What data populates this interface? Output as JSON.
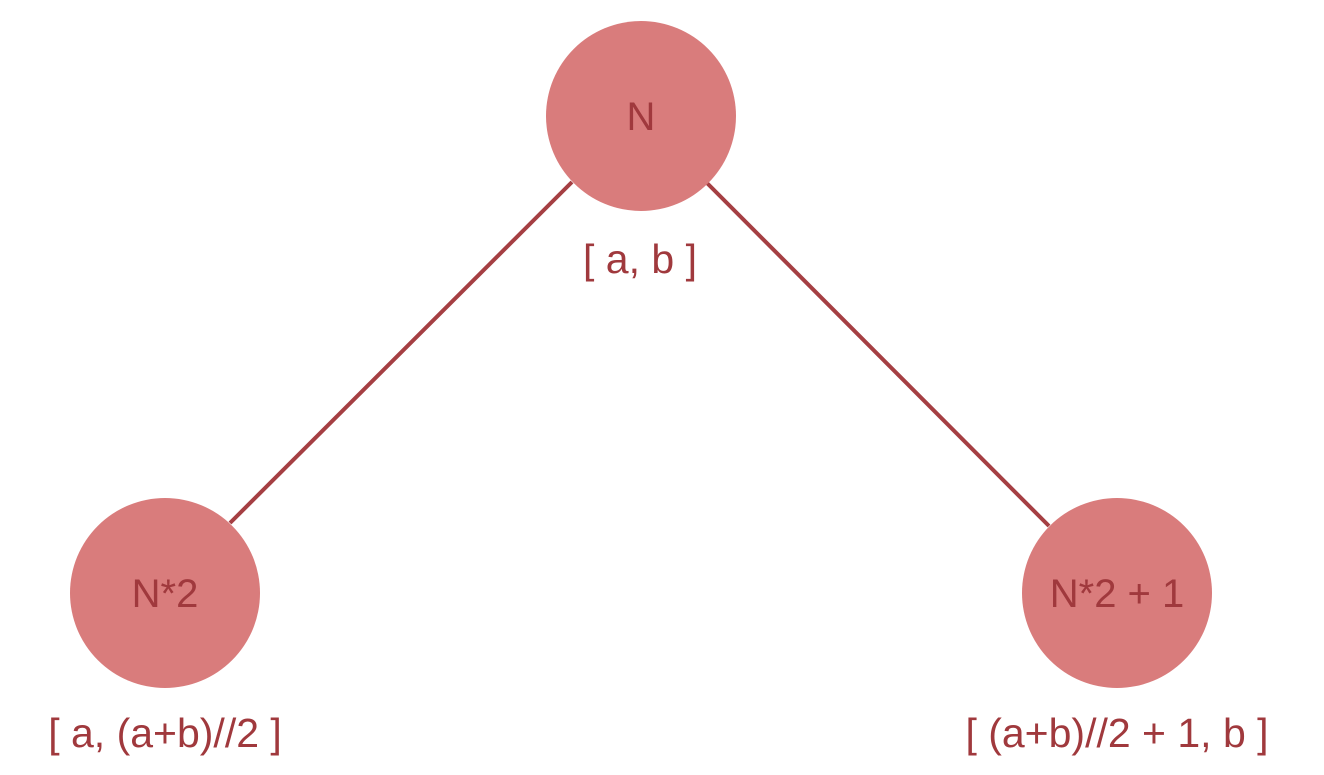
{
  "colors": {
    "node_fill": "#d97c7c",
    "edge": "#a53f43",
    "text": "#a0393d",
    "background": "#ffffff"
  },
  "tree": {
    "root": {
      "label": "N",
      "range": "[ a, b ]"
    },
    "left": {
      "label": "N*2",
      "range": "[ a, (a+b)//2 ]"
    },
    "right": {
      "label": "N*2 + 1",
      "range": "[ (a+b)//2 + 1, b ]"
    }
  }
}
